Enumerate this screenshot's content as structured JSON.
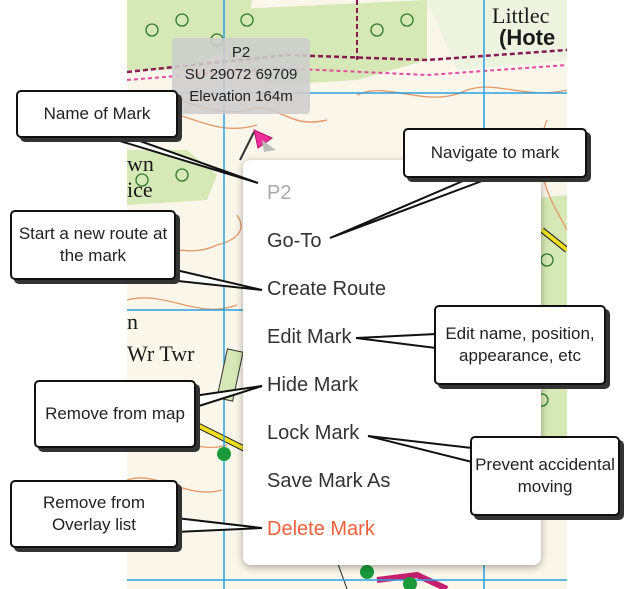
{
  "map": {
    "place_1": "Littlec",
    "place_2": "(Hote",
    "label_wn": "wn",
    "label_ice": "ice",
    "label_n": "n",
    "label_wr": "Wr Twr"
  },
  "mark_info": {
    "name": "P2",
    "grid_ref": "SU 29072 69709",
    "elevation": "Elevation 164m"
  },
  "menu": {
    "title": "P2",
    "items": [
      {
        "label": "Go-To"
      },
      {
        "label": "Create Route"
      },
      {
        "label": "Edit Mark"
      },
      {
        "label": "Hide Mark"
      },
      {
        "label": "Lock Mark"
      },
      {
        "label": "Save Mark As"
      },
      {
        "label": "Delete Mark"
      }
    ],
    "delete_color": "#f0603c"
  },
  "callouts": {
    "name_of_mark": "Name of Mark",
    "navigate": "Navigate to mark",
    "start_route": "Start a new route at the mark",
    "edit": "Edit name, position, appearance, etc",
    "remove_map": "Remove from map",
    "prevent": "Prevent accidental moving",
    "remove_overlay": "Remove from Overlay list"
  },
  "icons": {
    "mark_pin": "pink-flag-icon"
  }
}
